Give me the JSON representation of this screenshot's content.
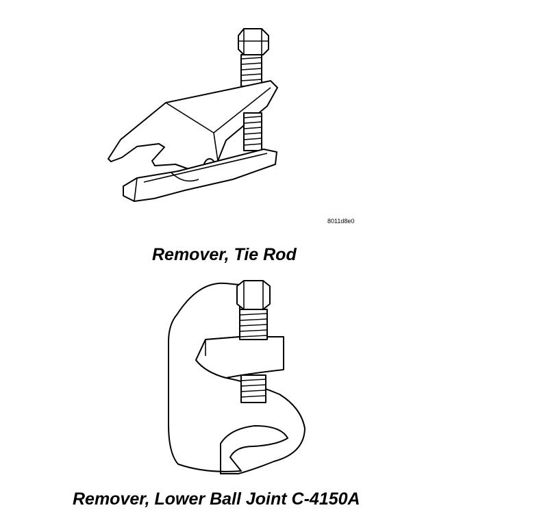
{
  "figures": [
    {
      "ref_code": "8011d8e0",
      "caption": "Remover, Tie Rod",
      "icon": "tie-rod-remover-drawing"
    },
    {
      "caption": "Remover, Lower Ball Joint C-4150A",
      "icon": "ball-joint-remover-drawing"
    }
  ]
}
